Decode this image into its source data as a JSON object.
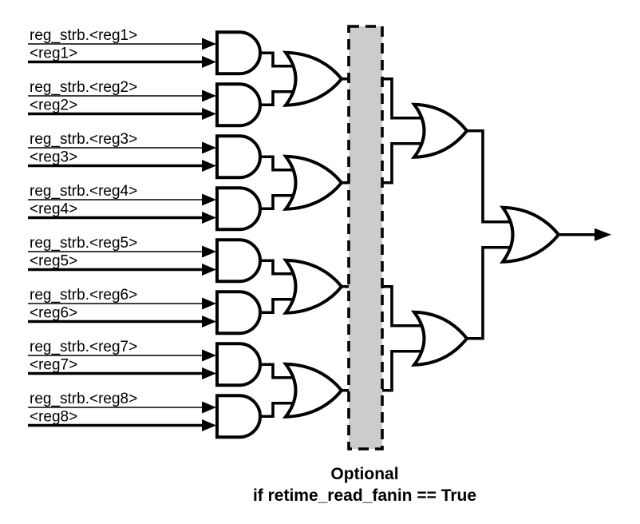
{
  "diagram": {
    "inputs": [
      {
        "strb_label": "reg_strb.<reg1>",
        "value_label": "<reg1>"
      },
      {
        "strb_label": "reg_strb.<reg2>",
        "value_label": "<reg2>"
      },
      {
        "strb_label": "reg_strb.<reg3>",
        "value_label": "<reg3>"
      },
      {
        "strb_label": "reg_strb.<reg4>",
        "value_label": "<reg4>"
      },
      {
        "strb_label": "reg_strb.<reg5>",
        "value_label": "<reg5>"
      },
      {
        "strb_label": "reg_strb.<reg6>",
        "value_label": "<reg6>"
      },
      {
        "strb_label": "reg_strb.<reg7>",
        "value_label": "<reg7>"
      },
      {
        "strb_label": "reg_strb.<reg8>",
        "value_label": "<reg8>"
      }
    ],
    "caption": {
      "line1": "Optional",
      "line2": "if retime_read_fanin == True"
    },
    "colors": {
      "box_fill": "#cccccc",
      "line": "#000000",
      "background": "#ffffff"
    }
  }
}
